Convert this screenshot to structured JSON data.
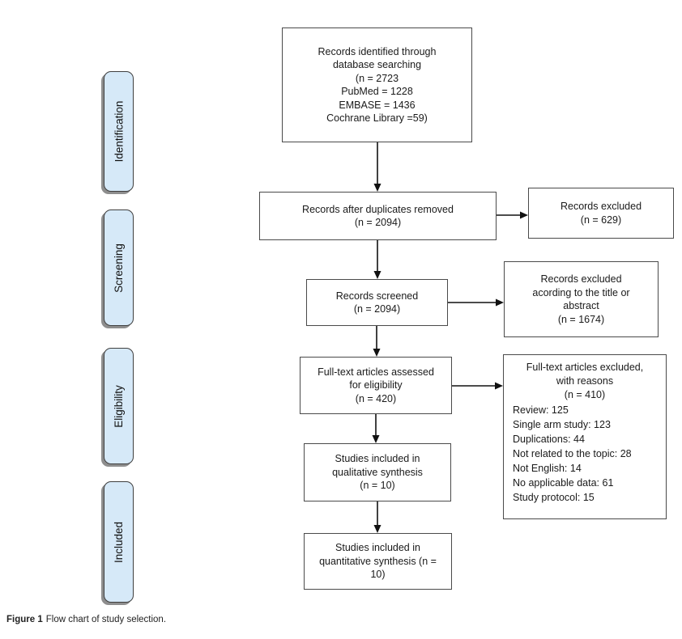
{
  "figure_caption": {
    "label": "Figure 1",
    "text": "Flow chart of study selection."
  },
  "colors": {
    "stage_fill": "#d6e9f8",
    "stage_border": "#3f3f3f",
    "box_border": "#4a4a4a",
    "arrow": "#111111",
    "stage_shadow": "#8e8e8e"
  },
  "stages": [
    {
      "label": "Identification"
    },
    {
      "label": "Screening"
    },
    {
      "label": "Eligibility"
    },
    {
      "label": "Included"
    }
  ],
  "flow": {
    "identified": "Records identified through\ndatabase searching\n(n = 2723\nPubMed = 1228\nEMBASE = 1436\nCochrane Library =59)",
    "after_duplicates": "Records after duplicates removed\n(n = 2094)",
    "screened": "Records screened\n(n = 2094)",
    "fulltext_assessed": "Full-text articles assessed\nfor eligibility\n(n = 420)",
    "qualitative": "Studies included in\nqualitative synthesis\n(n = 10)",
    "quantitative": "Studies included in\nquantitative synthesis (n =\n10)",
    "excluded": "Records excluded\n(n = 629)",
    "excluded_title_abstract": "Records excluded\nacording to the title or\nabstract\n(n = 1674)",
    "fulltext_excluded_header": "Full-text articles excluded,\nwith reasons\n(n = 410)",
    "fulltext_excluded_reasons": "Review: 125\nSingle arm study: 123\nDuplications: 44\nNot related to the topic: 28\nNot English: 14\nNo applicable data: 61\nStudy protocol: 15"
  }
}
